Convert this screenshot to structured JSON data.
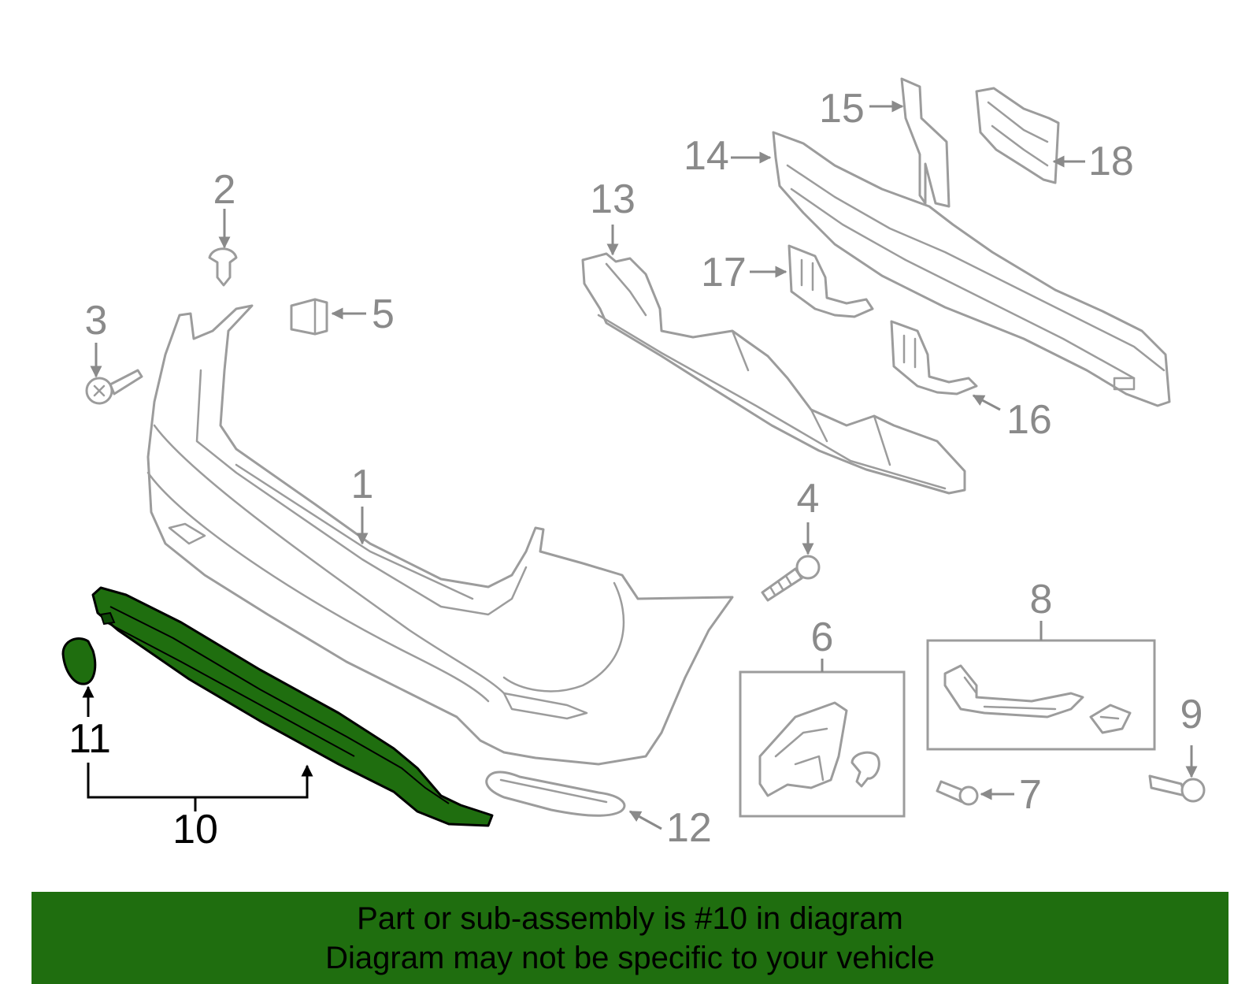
{
  "colors": {
    "highlight_part": "#1f6e0f",
    "banner_background": "#1f6e0f",
    "line_gray": "#9c9c9c",
    "label_gray": "#8a8a8a",
    "highlight_label": "#000000"
  },
  "callouts": {
    "c1": "1",
    "c2": "2",
    "c3": "3",
    "c4": "4",
    "c5": "5",
    "c6": "6",
    "c7": "7",
    "c8": "8",
    "c9": "9",
    "c10": "10",
    "c11": "11",
    "c12": "12",
    "c13": "13",
    "c14": "14",
    "c15": "15",
    "c16": "16",
    "c17": "17",
    "c18": "18"
  },
  "highlighted_callouts": [
    "10",
    "11"
  ],
  "banner": {
    "line1": "Part or sub-assembly is #10 in diagram",
    "line2": "Diagram may not be specific to your vehicle"
  }
}
